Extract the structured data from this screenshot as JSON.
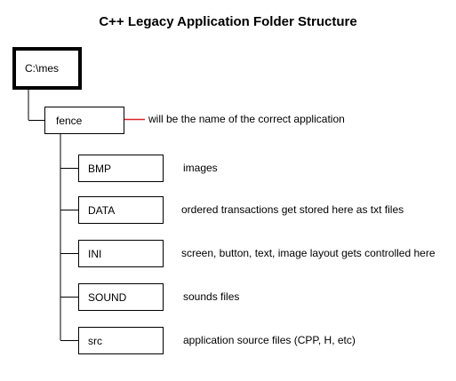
{
  "title": "C++ Legacy Application Folder Structure",
  "root": {
    "label": "C:\\mes"
  },
  "app": {
    "label": "fence",
    "note": "will be the name of the correct application"
  },
  "folders": [
    {
      "label": "BMP",
      "note": "images"
    },
    {
      "label": "DATA",
      "note": "ordered transactions get stored here as txt files"
    },
    {
      "label": "INI",
      "note": "screen, button, text, image layout gets controlled here"
    },
    {
      "label": "SOUND",
      "note": "sounds files"
    },
    {
      "label": "src",
      "note": "application source files (CPP, H, etc)"
    }
  ],
  "colors": {
    "arrow": "#d9262b",
    "line": "#000000"
  }
}
